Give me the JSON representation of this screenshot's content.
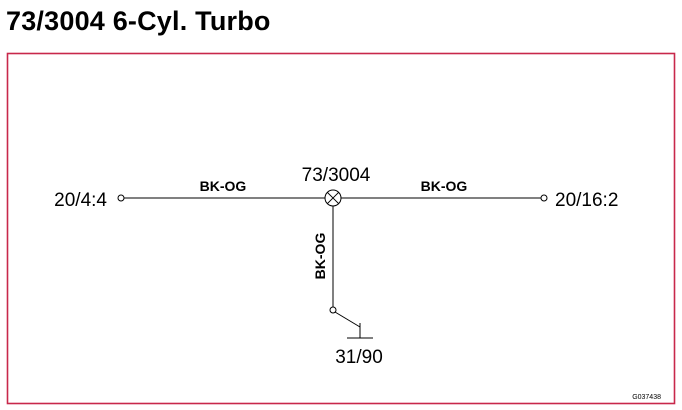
{
  "title": "73/3004 6-Cyl. Turbo",
  "colors": {
    "frame": "#c8284b",
    "line": "#000000",
    "background": "#ffffff"
  },
  "diagram": {
    "component": {
      "label": "73/3004",
      "symbol": "crossed-circle-icon"
    },
    "connectors": {
      "left": "20/4:4",
      "right": "20/16:2",
      "ground": "31/90"
    },
    "wires": {
      "left": "BK-OG",
      "right": "BK-OG",
      "down": "BK-OG"
    },
    "figure_id": "G037438"
  }
}
